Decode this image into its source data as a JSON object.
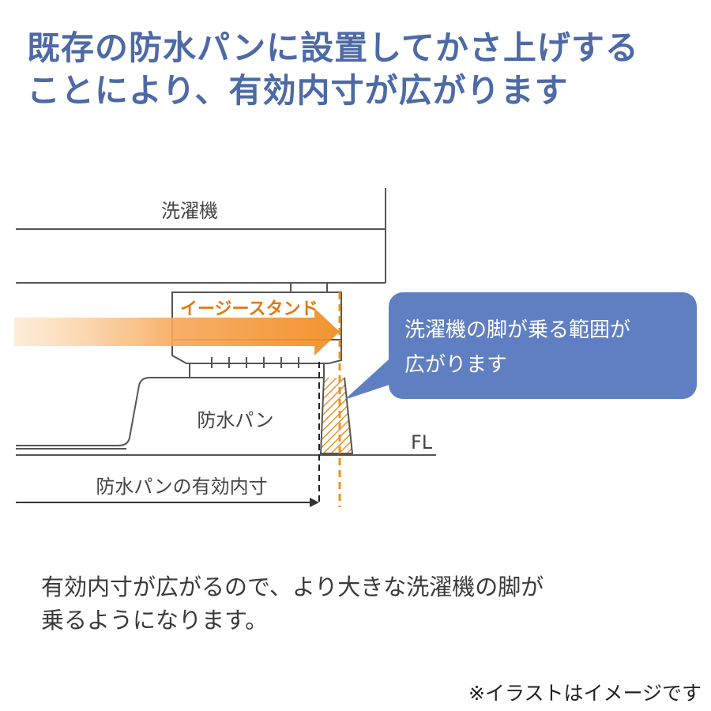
{
  "headline": {
    "line1": "既存の防水パンに設置してかさ上げする",
    "line2": "ことにより、有効内寸が広がります"
  },
  "diagram": {
    "washer_label": "洗濯機",
    "stand_label": "イージースタンド",
    "pan_label": "防水パン",
    "floor_label": "FL",
    "inner_dim_label": "防水パンの有効内寸"
  },
  "callout": {
    "line1": "洗濯機の脚が乗る範囲が",
    "line2": "広がります"
  },
  "body": {
    "line1": "有効内寸が広がるので、より大きな洗濯機の脚が",
    "line2": "乗るようになります。"
  },
  "note": "※イラストはイメージです",
  "colors": {
    "headline": "#4d6aa5",
    "callout_bg": "#5f7fc2",
    "accent_orange": "#f08a1e",
    "dashed_orange": "#e8932a"
  }
}
